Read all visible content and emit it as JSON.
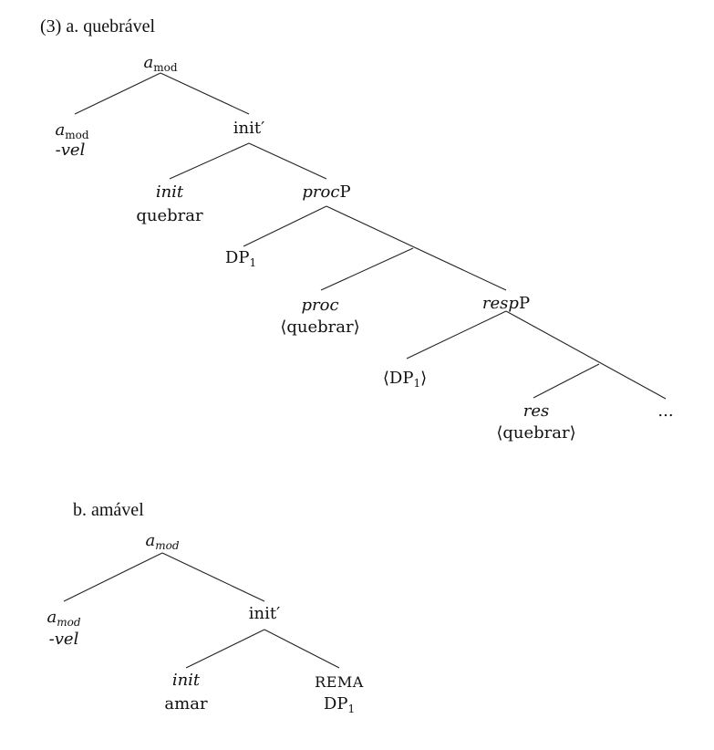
{
  "example_number": "(3)",
  "tree_a": {
    "heading": "a. quebrável",
    "root": {
      "base": "a",
      "sub": "mod"
    },
    "left_head": {
      "base": "a",
      "sub": "mod",
      "word": "-vel"
    },
    "init_bar": "init′",
    "init": {
      "label": "init",
      "word": "quebrar"
    },
    "procP": {
      "prefix": "proc",
      "suffix": "P"
    },
    "dp1": {
      "base": "DP",
      "sub": "1"
    },
    "proc": {
      "label": "proc",
      "word": "⟨quebrar⟩"
    },
    "respP": {
      "prefix": "resp",
      "suffix": "P"
    },
    "dp1_copy": {
      "open": "⟨",
      "base": "DP",
      "sub": "1",
      "close": "⟩"
    },
    "res": {
      "label": "res",
      "word": "⟨quebrar⟩"
    },
    "ellipsis": "..."
  },
  "tree_b": {
    "heading": "b. amável",
    "root": {
      "base": "a",
      "sub": "mod"
    },
    "left_head": {
      "base": "a",
      "sub": "mod",
      "word": "-vel"
    },
    "init_bar": "init′",
    "init": {
      "label": "init",
      "word": "amar"
    },
    "rema": {
      "label": "REMA",
      "base": "DP",
      "sub": "1"
    }
  }
}
